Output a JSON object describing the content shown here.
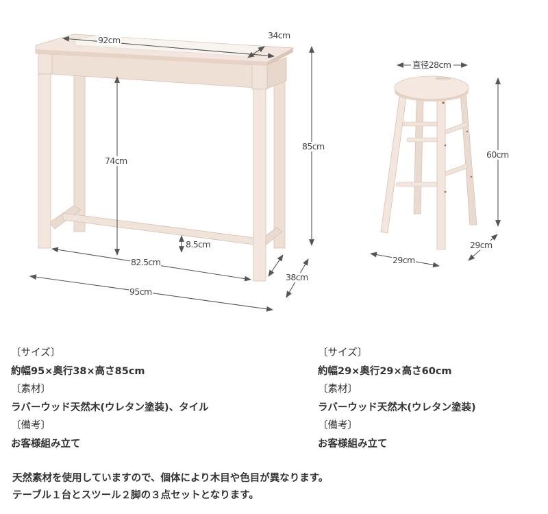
{
  "table_dimensions": {
    "top_width": "92cm",
    "top_depth": "34cm",
    "inner_height": "74cm",
    "total_height": "85cm",
    "stretcher_height": "8.5cm",
    "inner_width": "82.5cm",
    "total_width": "95cm",
    "total_depth": "38cm"
  },
  "stool_dimensions": {
    "seat_diameter": "直径28cm",
    "height": "60cm",
    "depth": "29cm",
    "width": "29cm"
  },
  "colors": {
    "wood_light": "#f3e6de",
    "wood_mid": "#e9d6ca",
    "wood_shadow": "#d8c2b4",
    "tile": "#f7f3ef",
    "arrow": "#555555",
    "text": "#333333"
  },
  "table_spec": {
    "size_heading": "〔サイズ〕",
    "size_value": "約幅95×奥行38×高さ85cm",
    "material_heading": "〔素材〕",
    "material_value": "ラバーウッド天然木(ウレタン塗装)、タイル",
    "notes_heading": "〔備考〕",
    "notes_value": "お客様組み立て"
  },
  "stool_spec": {
    "size_heading": "〔サイズ〕",
    "size_value": "約幅29×奥行29×高さ60cm",
    "material_heading": "〔素材〕",
    "material_value": "ラバーウッド天然木(ウレタン塗装)",
    "notes_heading": "〔備考〕",
    "notes_value": "お客様組み立て"
  },
  "footer_notes": [
    "天然素材を使用していますので、個体により木目や色目が異なります。",
    "テーブル１台とスツール２脚の３点セットとなります。"
  ]
}
